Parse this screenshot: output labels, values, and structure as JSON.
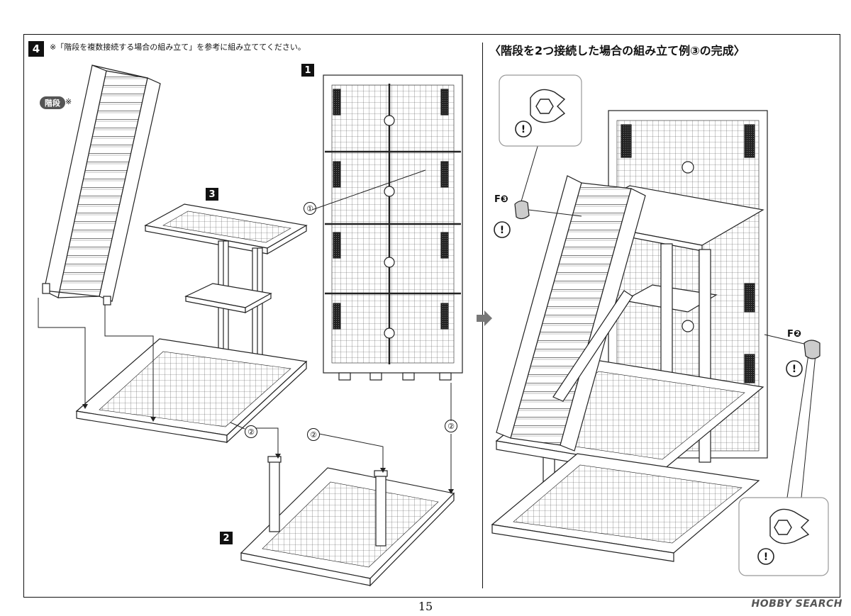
{
  "left": {
    "step_number": "4",
    "note": "※「階段を複数接続する場合の組み立て」を参考に組み立ててください。",
    "stairs_badge": "階段",
    "stairs_mark": "※",
    "part_1": "1",
    "part_2": "2",
    "part_3": "3",
    "callout_1": "①",
    "callout_2a": "②",
    "callout_2b": "②",
    "callout_2c": "②"
  },
  "right": {
    "title": "〈階段を2つ接続した場合の組み立て例③の完成〉",
    "f3_label": "F❸",
    "f2_label": "F❷",
    "warning_symbol": "!"
  },
  "footer": {
    "page_number": "15",
    "watermark_logo": "HOBBY SEARCH"
  }
}
